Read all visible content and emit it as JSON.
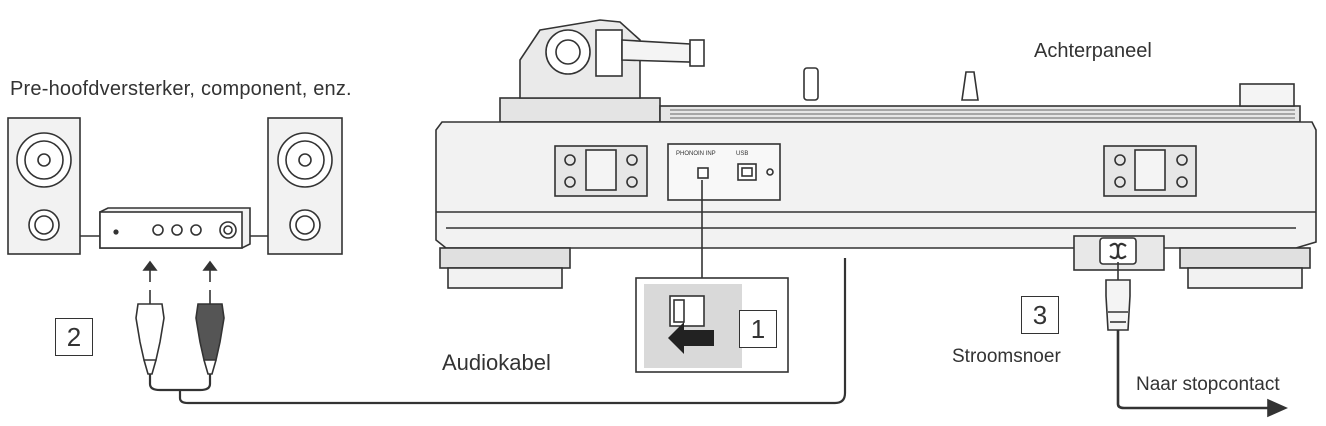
{
  "labels": {
    "amplifier": "Pre-hoofdversterker, component, enz.",
    "rear_panel": "Achterpaneel",
    "audio_cable": "Audiokabel",
    "power_cord": "Stroomsnoer",
    "to_outlet": "Naar stopcontact",
    "phono_inp": "PHONOIN INP",
    "usb": "USB"
  },
  "steps": {
    "one": "1",
    "two": "2",
    "three": "3"
  },
  "colors": {
    "line": "#333333",
    "panel_fill": "#f2f2f2",
    "shade": "#d9d9d9",
    "dark_plug": "#555555"
  }
}
